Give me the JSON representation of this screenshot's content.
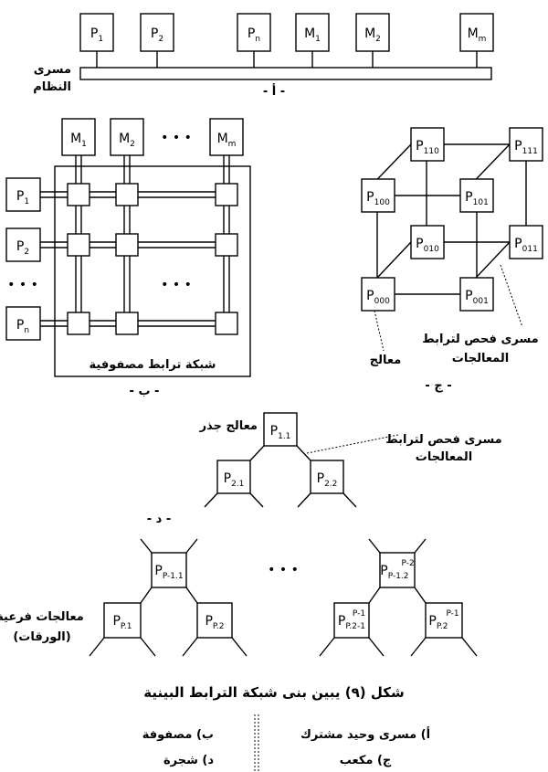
{
  "bus": {
    "processors": [
      {
        "base": "P",
        "sub": "1"
      },
      {
        "base": "P",
        "sub": "2"
      },
      {
        "base": "P",
        "sub": "n"
      }
    ],
    "memories": [
      {
        "base": "M",
        "sub": "1"
      },
      {
        "base": "M",
        "sub": "2"
      },
      {
        "base": "M",
        "sub": "m"
      }
    ],
    "label_line1": "مسرى",
    "label_line2": "النظام",
    "part_label": "- أ -"
  },
  "matrix": {
    "memories": [
      {
        "base": "M",
        "sub": "1"
      },
      {
        "base": "M",
        "sub": "2"
      },
      {
        "base": "M",
        "sub": "m"
      }
    ],
    "processors": [
      {
        "base": "P",
        "sub": "1"
      },
      {
        "base": "P",
        "sub": "2"
      },
      {
        "base": "P",
        "sub": "n"
      }
    ],
    "ellipsis": "• • •",
    "network_label": "شبكة ترابط مصفوفية",
    "part_label": "- ب -"
  },
  "cube": {
    "nodes": [
      "000",
      "001",
      "010",
      "011",
      "100",
      "101",
      "110",
      "111"
    ],
    "processor_label": "معالج",
    "bus_label_line1": "مسرى فحص لترابط",
    "bus_label_line2": "المعالجات",
    "part_label": "- ج -"
  },
  "tree": {
    "root": {
      "base": "P",
      "sub": "1.1"
    },
    "level2": [
      {
        "base": "P",
        "sub": "2.1"
      },
      {
        "base": "P",
        "sub": "2.2"
      }
    ],
    "mid_left": {
      "base": "P",
      "sub": "P-1.1"
    },
    "mid_right": {
      "base": "P",
      "sub": "P-1.2",
      "sup": "P-2"
    },
    "leaves": [
      {
        "base": "P",
        "sub": "P.1"
      },
      {
        "base": "P",
        "sub": "P.2"
      },
      {
        "base": "P",
        "sub": "P.2-1",
        "sup": "P-1"
      },
      {
        "base": "P",
        "sub": "P.2",
        "sup": "P-1"
      }
    ],
    "ellipsis": "• • •",
    "root_label": "معالج جذر",
    "bus_label_line1": "مسرى فحص لترابط",
    "bus_label_line2": "المعالجات",
    "leaves_label_line1": "معالجات فرعية",
    "leaves_label_line2": "(الورقات)",
    "part_label": "- د -"
  },
  "caption": {
    "title": "شكل (٩) يبين بنى شبكة الترابط البينية",
    "legend": {
      "a": "أ) مسرى وحيد مشترك",
      "b": "ب) مصفوفة",
      "c": "ج) مكعب",
      "d": "د) شجرة"
    }
  }
}
